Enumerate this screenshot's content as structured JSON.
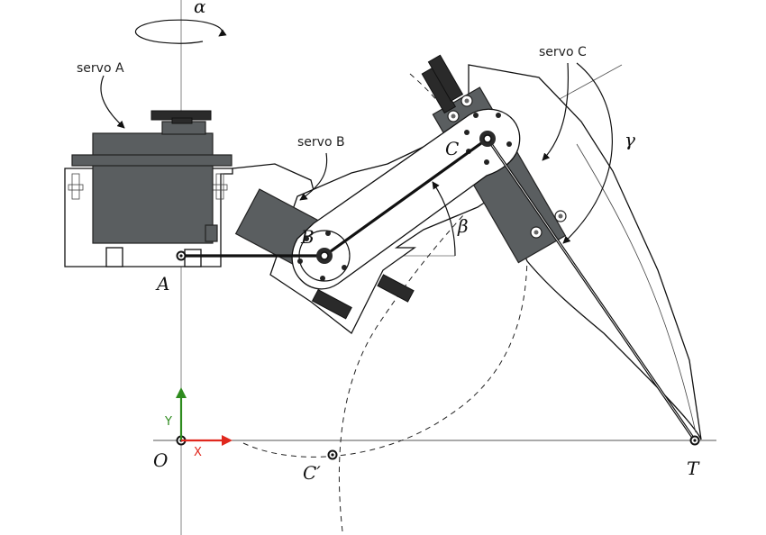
{
  "labels": {
    "servo_a": "servo A",
    "servo_b": "servo B",
    "servo_c": "servo C",
    "alpha": "α",
    "beta": "β",
    "gamma": "γ",
    "point_a": "A",
    "point_b": "B",
    "point_c": "C",
    "point_c_prime": "C′",
    "point_o": "O",
    "point_t": "T",
    "axis_x": "X",
    "axis_y": "Y"
  },
  "colors": {
    "axis_x": "#e0281e",
    "axis_y": "#2e8b1e",
    "servo_body": "#5a5e60"
  }
}
